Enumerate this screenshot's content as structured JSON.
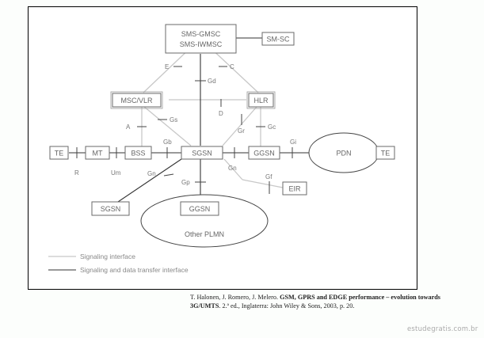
{
  "figure": {
    "nodes": {
      "sms_gmsc": [
        "SMS-GMSC",
        "SMS-IWMSC"
      ],
      "sm_sc": "SM-SC",
      "msc_vlr": "MSC/VLR",
      "hlr": "HLR",
      "te_left": "TE",
      "mt": "MT",
      "bss": "BSS",
      "sgsn": "SGSN",
      "ggsn": "GGSN",
      "pdn": "PDN",
      "te_right": "TE",
      "eir": "EIR",
      "sgsn_other": "SGSN",
      "ggsn_other": "GGSN",
      "other_plmn": "Other PLMN"
    },
    "interfaces": {
      "E": "E",
      "C": "C",
      "Gd": "Gd",
      "D": "D",
      "A": "A",
      "Gs": "Gs",
      "Gr": "Gr",
      "Gc": "Gc",
      "Gb": "Gb",
      "Gi": "Gi",
      "R": "R",
      "Um": "Um",
      "Gn_left": "Gn",
      "Gn_right": "Gn",
      "Gp": "Gp",
      "Gf": "Gf"
    },
    "legend": {
      "signaling": "Signaling interface",
      "signaling_data": "Signaling and data transfer interface"
    }
  },
  "citation": {
    "authors": "T. Halonen, J. Romero, J. Melero.",
    "title": "GSM, GPRS and EDGE performance – evolution towards 3G/UMTS",
    "rest": ". 2.ª ed., Inglaterra: John Wiley & Sons, 2003, p. 20."
  },
  "watermark": "estudegratis.com.br"
}
